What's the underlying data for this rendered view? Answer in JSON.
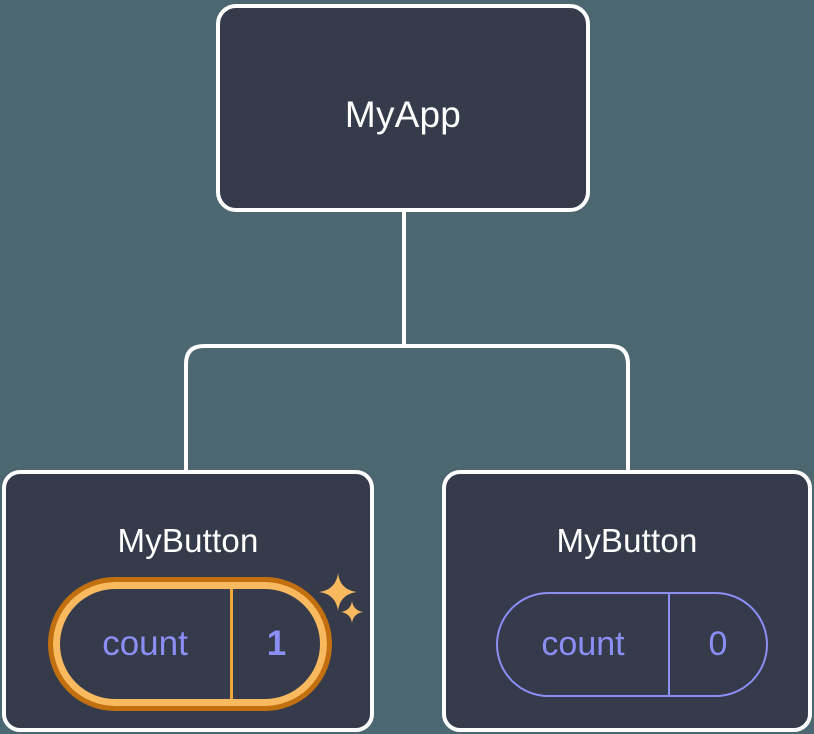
{
  "diagram": {
    "type": "component-tree",
    "title": "React component tree with per-component state",
    "background_color": "#4d6771",
    "node_fill": "#353b4a",
    "node_border": "#ffffff",
    "edge_color": "#ffffff",
    "state_text_color": "#8b8ef5",
    "highlight_outer_color": "#c2700f",
    "highlight_inner_color": "#f9b95e"
  },
  "nodes": {
    "root": {
      "label": "MyApp"
    },
    "child_left": {
      "label": "MyButton",
      "state": {
        "key": "count",
        "value": "1",
        "highlighted": true
      },
      "sparkles": [
        {
          "name": "sparkle-large",
          "size": 40
        },
        {
          "name": "sparkle-small",
          "size": 24
        }
      ]
    },
    "child_right": {
      "label": "MyButton",
      "state": {
        "key": "count",
        "value": "0",
        "highlighted": false
      }
    }
  },
  "edges": [
    {
      "from": "root",
      "to": "child_left"
    },
    {
      "from": "root",
      "to": "child_right"
    }
  ]
}
